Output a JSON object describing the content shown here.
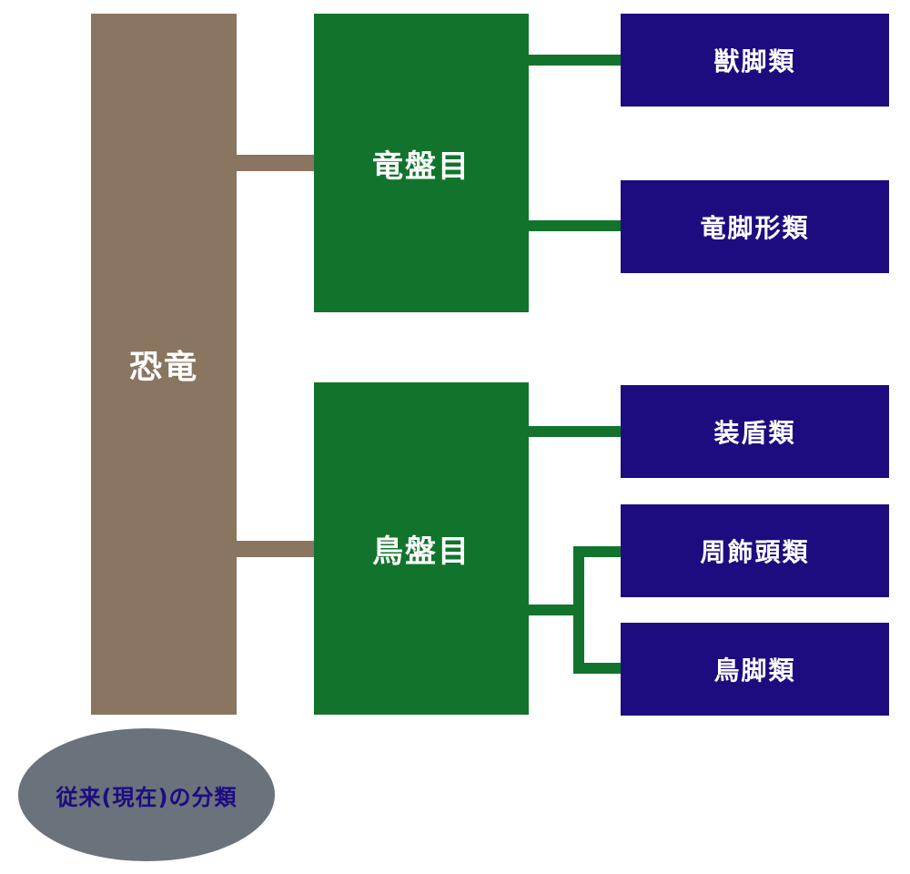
{
  "colors": {
    "root": "#8a7560",
    "order": "#12742c",
    "group": "#1c0c80",
    "connector_root": "#8a7560",
    "connector_order": "#12742c",
    "caption_bg": "#6a727b",
    "caption_text": "#1c0c80"
  },
  "root": {
    "label": "恐竜"
  },
  "orders": [
    {
      "label": "竜盤目",
      "groups": [
        {
          "label": "獣脚類"
        },
        {
          "label": "竜脚形類"
        }
      ]
    },
    {
      "label": "鳥盤目",
      "groups": [
        {
          "label": "装盾類"
        },
        {
          "label": "周飾頭類"
        },
        {
          "label": "鳥脚類"
        }
      ]
    }
  ],
  "caption": {
    "label": "従来(現在)の分類"
  }
}
